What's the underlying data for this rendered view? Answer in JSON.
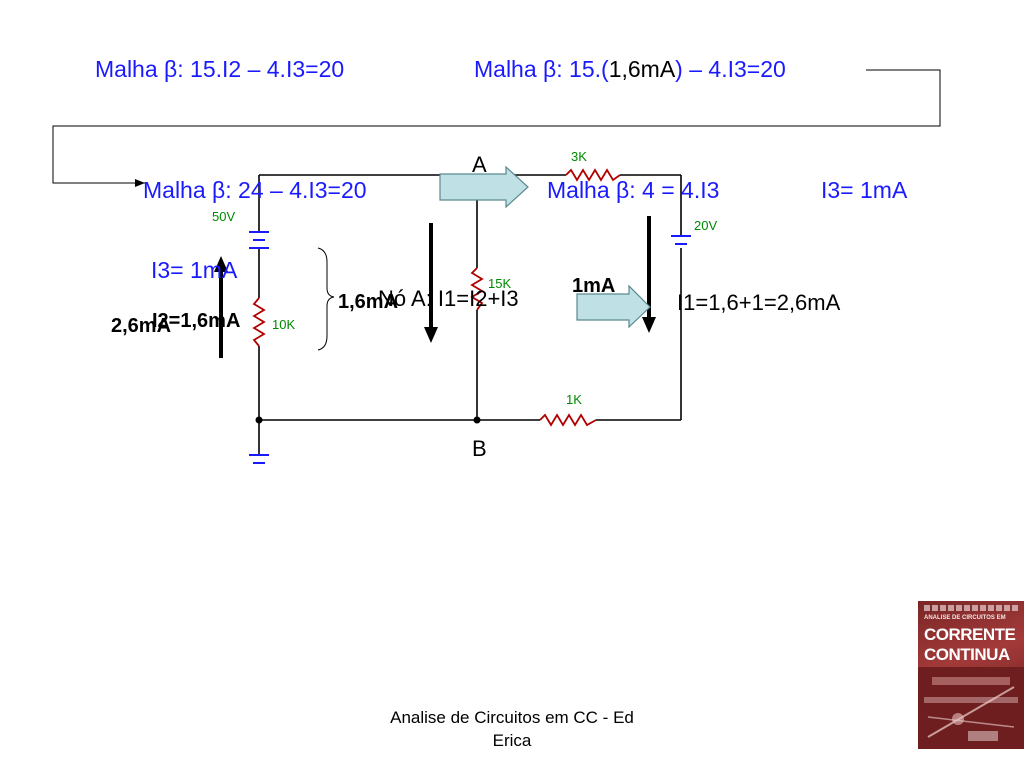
{
  "equations": {
    "line1_left": "Malha β: 15.I2 – 4.I3=20",
    "line1_right_a": "Malha β: 15.(",
    "line1_right_b": "1,6mA",
    "line1_right_c": ") – 4.I3=20",
    "line2_left": "Malha β: 24 – 4.I3=20",
    "line2_mid": "Malha β: 4 = 4.I3",
    "line2_right": "I3= 1mA",
    "i3_left": "I3= 1mA",
    "node_eq": "Nó A: I1=I2+I3",
    "i1_result": "I1=1,6+1=2,6mA",
    "i2_value": "I2=1,6mA"
  },
  "annotations": {
    "current_2_6": "2,6mA",
    "current_1_6": "1,6mA",
    "current_1": "1mA"
  },
  "nodes": {
    "a": "A",
    "b": "B"
  },
  "components": {
    "r_top": "3K",
    "r_bottom": "1K",
    "r_middle": "15K",
    "r_left": "10K",
    "v_left": "50V",
    "v_right": "20V"
  },
  "footer": {
    "line1": "Analise de Circuitos em CC - Ed",
    "line2": "Erica"
  },
  "book_cover": {
    "subtitle": "ANALISE DE CIRCUITOS EM",
    "title_line1": "CORRENTE",
    "title_line2": "CONTINUA"
  },
  "colors": {
    "equation_text": "#1a1aff",
    "component_labels": "#008a00",
    "resistor": "#b00000",
    "arrow_fill": "#bfe0e4"
  }
}
